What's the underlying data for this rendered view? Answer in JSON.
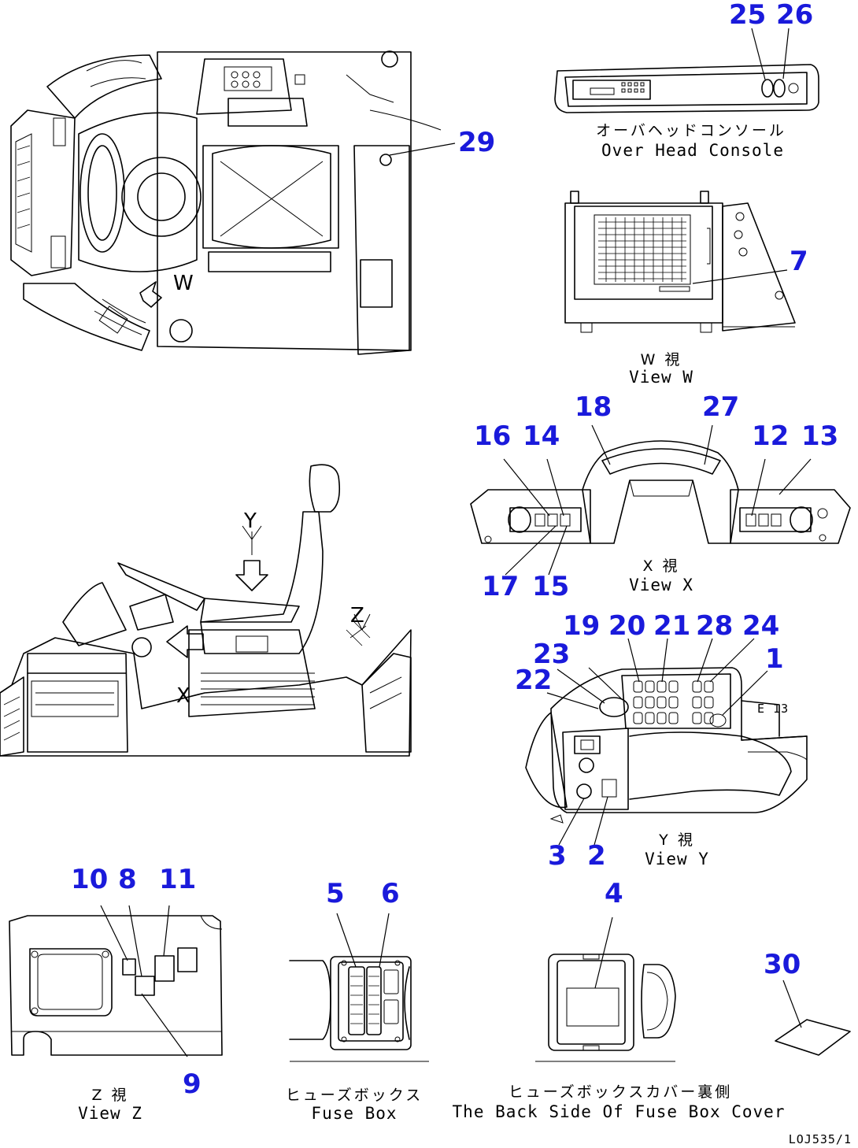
{
  "callouts": {
    "n1": "1",
    "n2": "2",
    "n3": "3",
    "n4": "4",
    "n5": "5",
    "n6": "6",
    "n7": "7",
    "n8": "8",
    "n9": "9",
    "n10": "10",
    "n11": "11",
    "n12": "12",
    "n13": "13",
    "n14": "14",
    "n15": "15",
    "n16": "16",
    "n17": "17",
    "n18": "18",
    "n19": "19",
    "n20": "20",
    "n21": "21",
    "n22": "22",
    "n23": "23",
    "n24": "24",
    "n25": "25",
    "n26": "26",
    "n27": "27",
    "n28": "28",
    "n29": "29",
    "n30": "30"
  },
  "captions": {
    "overhead_jp": "オーバヘッドコンソール",
    "overhead_en": "Over Head Console",
    "view_w_jp": "W 視",
    "view_w_en": "View W",
    "view_x_jp": "X 視",
    "view_x_en": "View X",
    "view_y_jp": "Y 視",
    "view_y_en": "View Y",
    "view_z_jp": "Z 視",
    "view_z_en": "View Z",
    "fuse_box_jp": "ヒューズボックス",
    "fuse_box_en": "Fuse Box",
    "fuse_cover_jp": "ヒューズボックスカバー裏側",
    "fuse_cover_en": "The Back Side Of Fuse Box Cover"
  },
  "view_letters": {
    "w": "W",
    "x": "X",
    "y": "Y",
    "z": "Z"
  },
  "small_marks": {
    "plate_label": "E 13"
  },
  "drawing_code": "LOJ535/1",
  "colors": {
    "callout": "#1a1adb",
    "line": "#000000",
    "background": "#ffffff"
  }
}
